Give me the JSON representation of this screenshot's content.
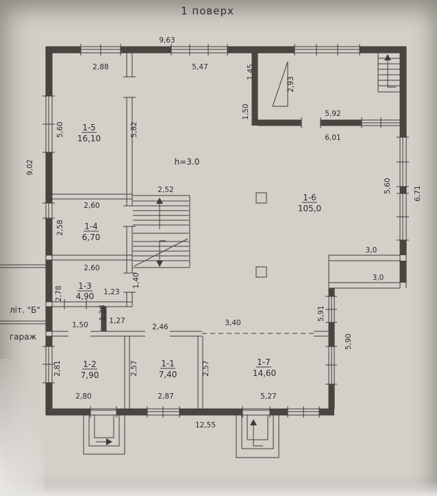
{
  "title": "1 поверх",
  "rooms": [
    {
      "id": "1-5",
      "area": "16,10"
    },
    {
      "id": "1-4",
      "area": "6,70"
    },
    {
      "id": "1-3",
      "area": "4,90"
    },
    {
      "id": "1-2",
      "area": "7,90"
    },
    {
      "id": "1-1",
      "area": "7,40"
    },
    {
      "id": "1-7",
      "area": "14,60"
    },
    {
      "id": "1-6",
      "area": "105,0"
    }
  ],
  "annotations": {
    "ceiling_height": "h=3.0",
    "liter": "літ. \"Б\"",
    "garage": "гараж"
  },
  "dims": {
    "d963": "9,63",
    "d288": "2,88",
    "d547": "5,47",
    "d145": "1,45",
    "d293": "2,93",
    "d150a": "1,50",
    "d592": "5,92",
    "d601": "6,01",
    "d902": "9,02",
    "d560l": "5,60",
    "d582": "5,82",
    "d252": "2,52",
    "d560r": "5,60",
    "d671": "6,71",
    "d260a": "2,60",
    "d258": "2,58",
    "d260b": "2,60",
    "d140": "1,40",
    "d278": "2,78",
    "d123": "1,23",
    "d128": "1,28",
    "d30a": "3,0",
    "d30b": "3,0",
    "d150b": "1,50",
    "d127": "1,27",
    "d246": "2,46",
    "d340": "3,40",
    "d591": "5,91",
    "d590": "5,90",
    "d281": "2,81",
    "d257a": "2,57",
    "d257b": "2,57",
    "d280": "2,80",
    "d287": "2,87",
    "d527": "5,27",
    "d1255": "12,55"
  }
}
